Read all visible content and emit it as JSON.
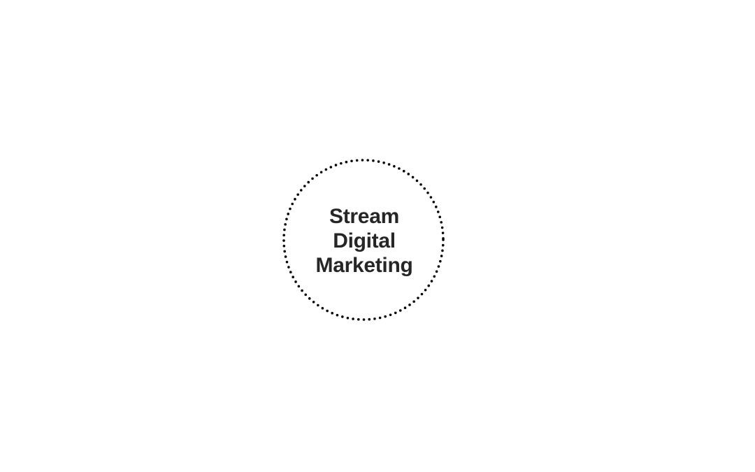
{
  "logo": {
    "lines": [
      "Stream",
      "Digital",
      "Marketing"
    ],
    "text_color": "#262626",
    "ring_color": "#000000",
    "ring_style": "dotted"
  },
  "page": {
    "background": "#ffffff"
  }
}
